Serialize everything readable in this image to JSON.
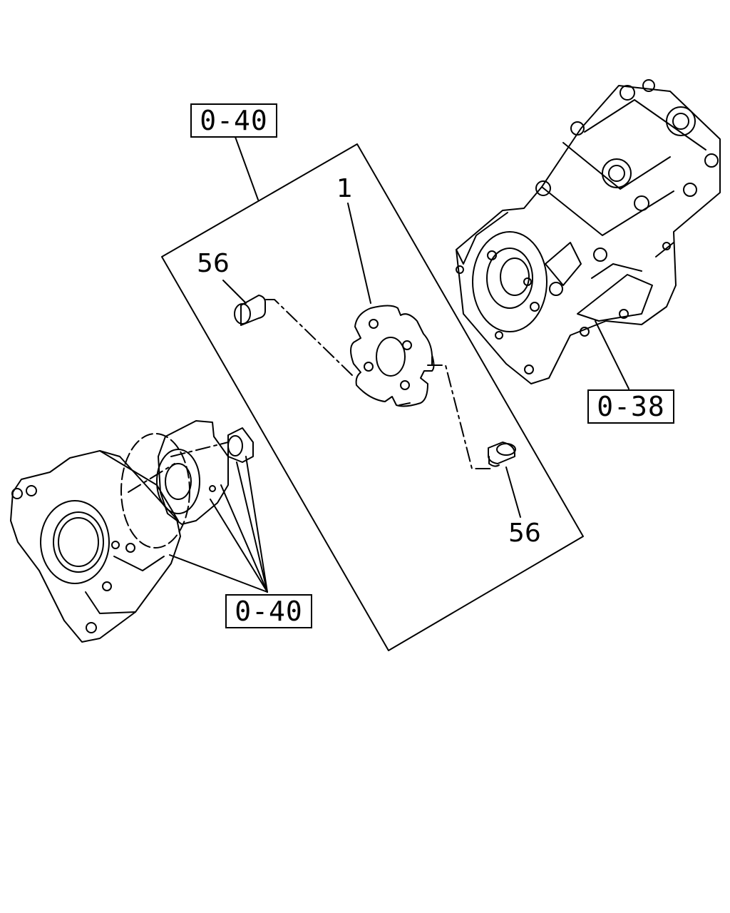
{
  "reference_boxes": {
    "top_ref": "0-40",
    "right_ref": "0-38",
    "bottom_ref": "0-40"
  },
  "callouts": {
    "coupling_part": "1",
    "pin_upper": "56",
    "pin_lower": "56"
  },
  "colors": {
    "line": "#000000",
    "background": "#ffffff"
  }
}
